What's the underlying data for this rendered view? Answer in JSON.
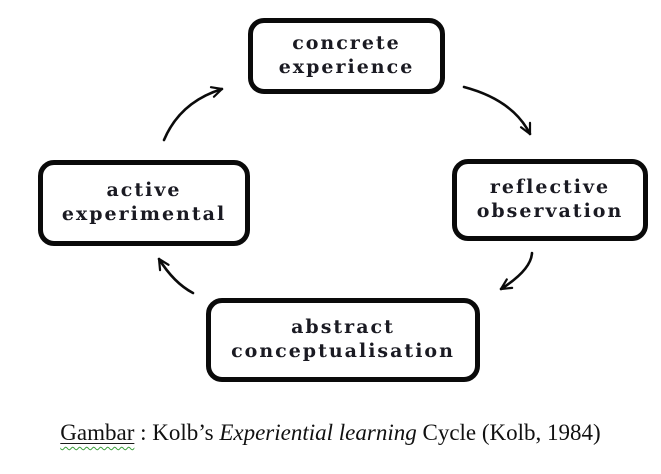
{
  "diagram": {
    "title_semantic": "kolb-experiential-learning-cycle",
    "nodes": [
      {
        "id": "concrete-experience",
        "label": "concrete\nexperience"
      },
      {
        "id": "reflective-observation",
        "label": "reflective\nobservation"
      },
      {
        "id": "abstract-conceptualisation",
        "label": "abstract\nconceptualisation"
      },
      {
        "id": "active-experimental",
        "label": "active\nexperimental"
      }
    ],
    "arrows": [
      {
        "name": "arrow-active-to-concrete",
        "from": "active experimental",
        "to": "concrete experience"
      },
      {
        "name": "arrow-concrete-to-reflective",
        "from": "concrete experience",
        "to": "reflective observation"
      },
      {
        "name": "arrow-reflective-to-abstract",
        "from": "reflective observation",
        "to": "abstract conceptualisation"
      },
      {
        "name": "arrow-abstract-to-active",
        "from": "abstract conceptualisation",
        "to": "active experimental"
      }
    ],
    "colors": {
      "background": "#ffffff",
      "box_border": "#0a0a0a",
      "box_fill": "#ffffff",
      "box_text": "#1a1a22",
      "arrow": "#0b0b0b",
      "caption_text": "#111111",
      "wavy_underline": "#3c9e3c"
    }
  },
  "caption": {
    "label": "Gambar",
    "separator": " : ",
    "pre_italic": "Kolb’s ",
    "italic": "Experiential learning",
    "post_italic": " Cycle (Kolb, 1984)"
  }
}
